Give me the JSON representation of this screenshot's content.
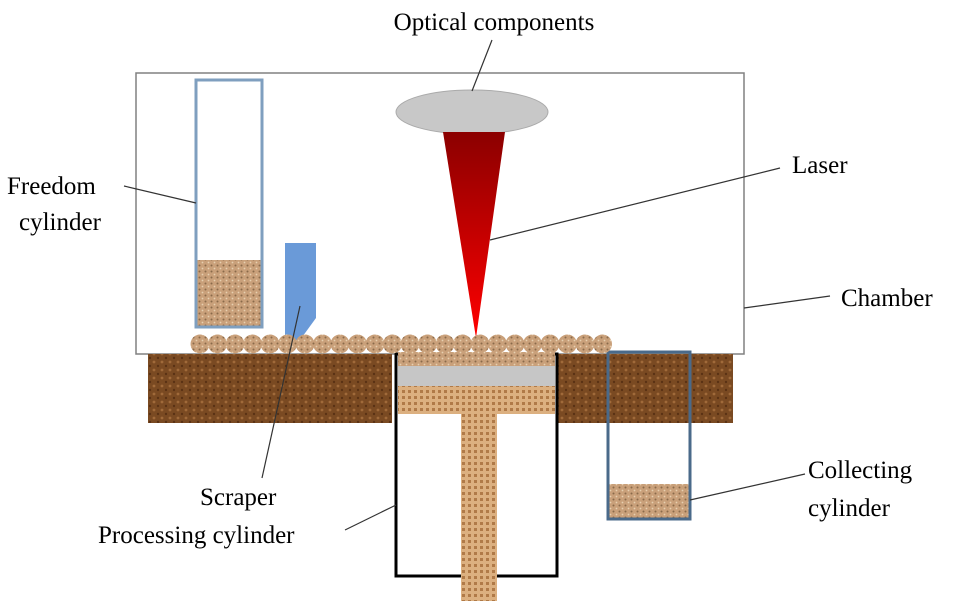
{
  "labels": {
    "optical": "Optical components",
    "freedom_1": "Freedom",
    "freedom_2": "cylinder",
    "laser": "Laser",
    "chamber": "Chamber",
    "scraper": "Scraper",
    "processing": "Processing cylinder",
    "collecting_1": "Collecting",
    "collecting_2": "cylinder"
  },
  "colors": {
    "chamber_border": "#808080",
    "lens": "#c8c8c8",
    "laser_top": "#8b0000",
    "laser_bottom": "#ff0000",
    "freedom_border": "#7f9fbf",
    "scraper": "#6a9ad8",
    "platform": "#7a4a22",
    "powder": "#c9a07a",
    "piston_plate": "#c6c6c6",
    "collecting_border": "#4a6a8a"
  }
}
